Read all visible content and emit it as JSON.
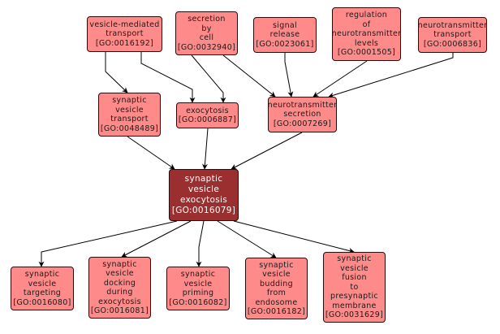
{
  "title": "GO term graph: synaptic vesicle exocytosis",
  "colors": {
    "node_fill": "#ff8a8a",
    "focus_fill": "#9b2f2f",
    "border": "#2a0a0a",
    "edge": "#000000"
  },
  "nodes": [
    {
      "id": "GO:0016192",
      "lines": [
        "vesicle-mediated",
        "transport",
        "[GO:0016192]"
      ]
    },
    {
      "id": "GO:0032940",
      "lines": [
        "secretion",
        "by",
        "cell",
        "[GO:0032940]"
      ]
    },
    {
      "id": "GO:0023061",
      "lines": [
        "signal",
        "release",
        "[GO:0023061]"
      ]
    },
    {
      "id": "GO:0001505",
      "lines": [
        "regulation",
        "of",
        "neurotransmitter",
        "levels",
        "[GO:0001505]"
      ]
    },
    {
      "id": "GO:0006836",
      "lines": [
        "neurotransmitter",
        "transport",
        "[GO:0006836]"
      ]
    },
    {
      "id": "GO:0048489",
      "lines": [
        "synaptic",
        "vesicle",
        "transport",
        "[GO:0048489]"
      ]
    },
    {
      "id": "GO:0006887",
      "lines": [
        "exocytosis",
        "[GO:0006887]"
      ]
    },
    {
      "id": "GO:0007269",
      "lines": [
        "neurotransmitter",
        "secretion",
        "[GO:0007269]"
      ]
    },
    {
      "id": "GO:0016079",
      "lines": [
        "synaptic",
        "vesicle",
        "exocytosis",
        "[GO:0016079]"
      ],
      "focus": true
    },
    {
      "id": "GO:0016080",
      "lines": [
        "synaptic",
        "vesicle",
        "targeting",
        "[GO:0016080]"
      ]
    },
    {
      "id": "GO:0016081",
      "lines": [
        "synaptic",
        "vesicle",
        "docking",
        "during",
        "exocytosis",
        "[GO:0016081]"
      ]
    },
    {
      "id": "GO:0016082",
      "lines": [
        "synaptic",
        "vesicle",
        "priming",
        "[GO:0016082]"
      ]
    },
    {
      "id": "GO:0016182",
      "lines": [
        "synaptic",
        "vesicle",
        "budding",
        "from",
        "endosome",
        "[GO:0016182]"
      ]
    },
    {
      "id": "GO:0031629",
      "lines": [
        "synaptic",
        "vesicle",
        "fusion",
        "to",
        "presynaptic",
        "membrane",
        "[GO:0031629]"
      ]
    }
  ],
  "edges": [
    {
      "from": "GO:0016192",
      "to": "GO:0048489"
    },
    {
      "from": "GO:0016192",
      "to": "GO:0006887"
    },
    {
      "from": "GO:0032940",
      "to": "GO:0006887"
    },
    {
      "from": "GO:0032940",
      "to": "GO:0007269"
    },
    {
      "from": "GO:0023061",
      "to": "GO:0007269"
    },
    {
      "from": "GO:0001505",
      "to": "GO:0007269"
    },
    {
      "from": "GO:0006836",
      "to": "GO:0007269"
    },
    {
      "from": "GO:0048489",
      "to": "GO:0016079"
    },
    {
      "from": "GO:0006887",
      "to": "GO:0016079"
    },
    {
      "from": "GO:0007269",
      "to": "GO:0016079"
    },
    {
      "from": "GO:0016079",
      "to": "GO:0016080"
    },
    {
      "from": "GO:0016079",
      "to": "GO:0016081"
    },
    {
      "from": "GO:0016079",
      "to": "GO:0016082"
    },
    {
      "from": "GO:0016079",
      "to": "GO:0016182"
    },
    {
      "from": "GO:0016079",
      "to": "GO:0031629"
    }
  ]
}
